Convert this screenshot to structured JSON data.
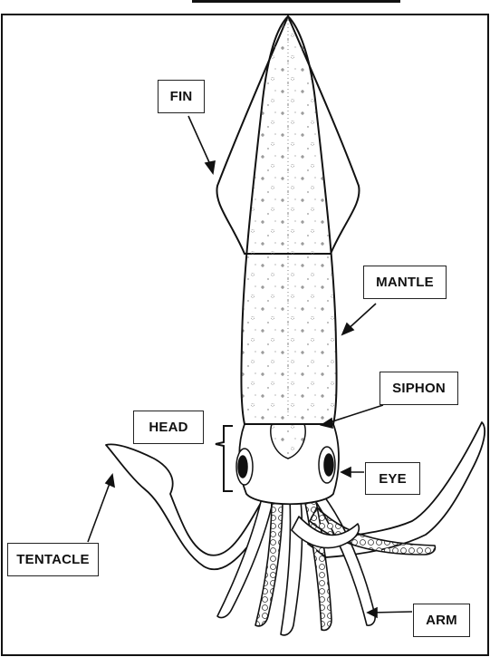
{
  "diagram": {
    "labels": {
      "fin": "FIN",
      "mantle": "MANTLE",
      "siphon": "SIPHON",
      "head": "HEAD",
      "eye": "EYE",
      "tentacle": "TENTACLE",
      "arm": "ARM"
    }
  }
}
